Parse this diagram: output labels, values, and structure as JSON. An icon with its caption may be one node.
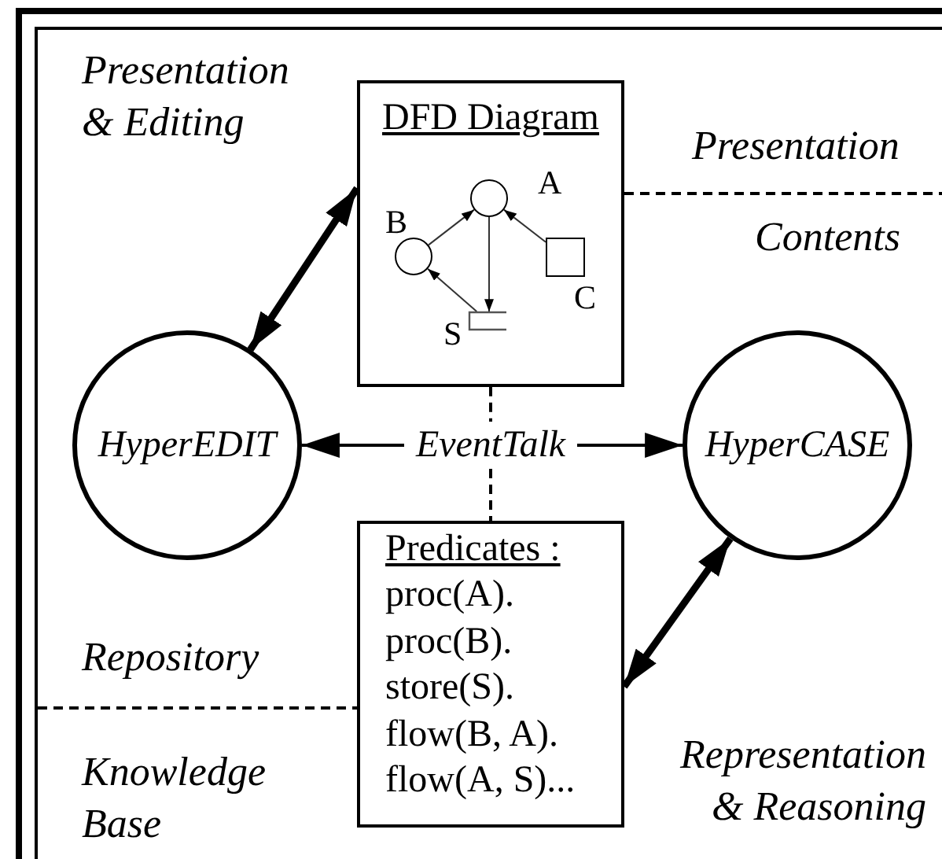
{
  "diagram": {
    "nodes": [
      {
        "text": [
          "DFD Diagram"
        ]
      },
      {
        "text": [],
        "shape": "circle",
        "in": 0,
        "beside": [
          "A"
        ]
      },
      {
        "text": [],
        "shape": "circle",
        "in": 0,
        "beside": [
          "B"
        ]
      },
      {
        "text": [],
        "shape": "box",
        "in": 0,
        "beside": [
          "C"
        ]
      },
      {
        "text": [],
        "shape": "bar",
        "in": 0,
        "beside": [
          "S"
        ]
      },
      {
        "text": [
          "HyperEDIT"
        ]
      },
      {
        "text": [
          "EventTalk"
        ]
      },
      {
        "text": [
          "HyperCASE"
        ]
      },
      {
        "text": [
          "Predicates :",
          "proc(A).",
          "proc(B).",
          "store(S).",
          "flow(B, A).",
          "flow(A, S)..."
        ]
      }
    ],
    "edges": [
      {
        "from": 2,
        "to": 1,
        "arrow": "to"
      },
      {
        "from": 3,
        "to": 1,
        "arrow": "to"
      },
      {
        "from": 1,
        "to": 4,
        "arrow": "to"
      },
      {
        "from": 4,
        "to": 2,
        "arrow": "to"
      },
      {
        "from": 5,
        "to": 0,
        "arrow": "both",
        "style": "thick"
      },
      {
        "from": 6,
        "to": 5,
        "arrow": "to"
      },
      {
        "from": 6,
        "to": 7,
        "arrow": "to"
      },
      {
        "from": 7,
        "to": 8,
        "arrow": "both",
        "style": "thick"
      },
      {
        "from": 0,
        "to": 6,
        "arrow": "none",
        "style": "dashed"
      },
      {
        "from": 6,
        "to": 8,
        "arrow": "none",
        "style": "dashed"
      }
    ],
    "labels": [
      "Presentation & Editing",
      "Presentation",
      "Contents",
      "Repository",
      "Knowledge Base",
      "Representation & Reasoning"
    ]
  }
}
